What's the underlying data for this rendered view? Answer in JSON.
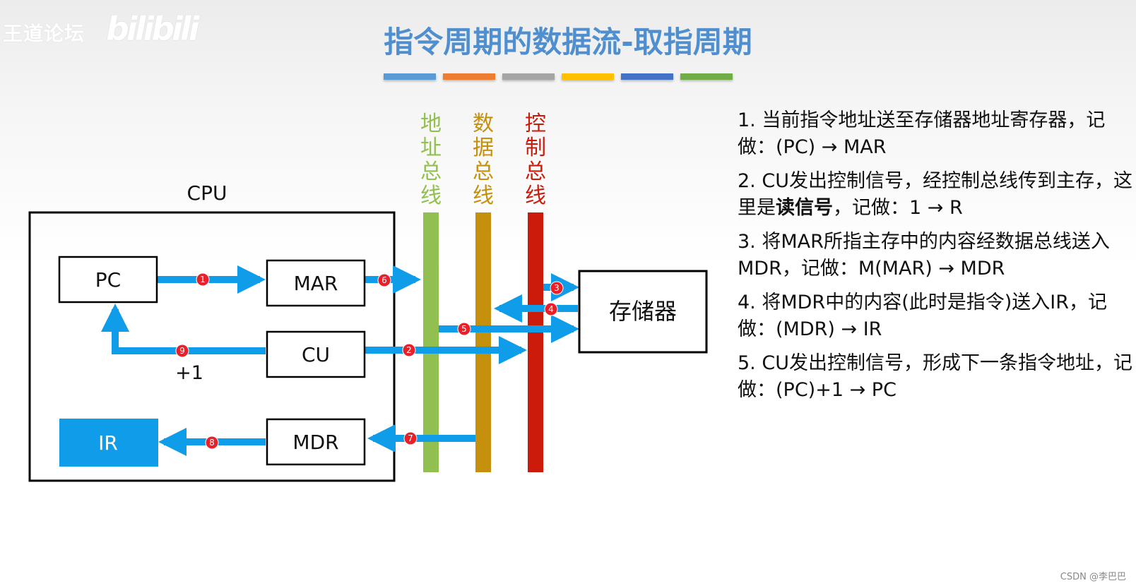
{
  "watermark": {
    "text": "王道论坛",
    "logo": "bilibili"
  },
  "title": "指令周期的数据流-取指周期",
  "title_bar_colors": [
    "#5b9bd5",
    "#ed7d31",
    "#a5a5a5",
    "#ffc000",
    "#4472c4",
    "#70ad47"
  ],
  "cpu_label": "CPU",
  "registers": {
    "pc": "PC",
    "mar": "MAR",
    "cu": "CU",
    "ir": "IR",
    "mdr": "MDR"
  },
  "memory_label": "存储器",
  "plus_one": "+1",
  "buses": {
    "address": {
      "label": "地址总线",
      "color": "#92c050"
    },
    "data": {
      "label": "数据总线",
      "color": "#c5900c"
    },
    "control": {
      "label": "控制总线",
      "color": "#cc1b0b"
    }
  },
  "arrow_color": "#0f9ce8",
  "ir_fill": "#0f9ce8",
  "badge_color": "#e8202a",
  "badges": [
    "1",
    "2",
    "3",
    "4",
    "5",
    "6",
    "7",
    "8",
    "9"
  ],
  "steps": [
    {
      "prefix": "1. 当前指令地址送至存储器地址寄存器，记做：(PC) → MAR",
      "bold": "",
      "suffix": ""
    },
    {
      "prefix": "2. CU发出控制信号，经控制总线传到主存，这里是",
      "bold": "读信号",
      "suffix": "，记做：1 → R"
    },
    {
      "prefix": "3. 将MAR所指主存中的内容经数据总线送入MDR，记做：M(MAR) → MDR",
      "bold": "",
      "suffix": ""
    },
    {
      "prefix": "4. 将MDR中的内容(此时是指令)送入IR，记做：(MDR) → IR",
      "bold": "",
      "suffix": ""
    },
    {
      "prefix": "5. CU发出控制信号，形成下一条指令地址，记做：(PC)+1 → PC",
      "bold": "",
      "suffix": ""
    }
  ],
  "footer": "CSDN @李巴巴"
}
